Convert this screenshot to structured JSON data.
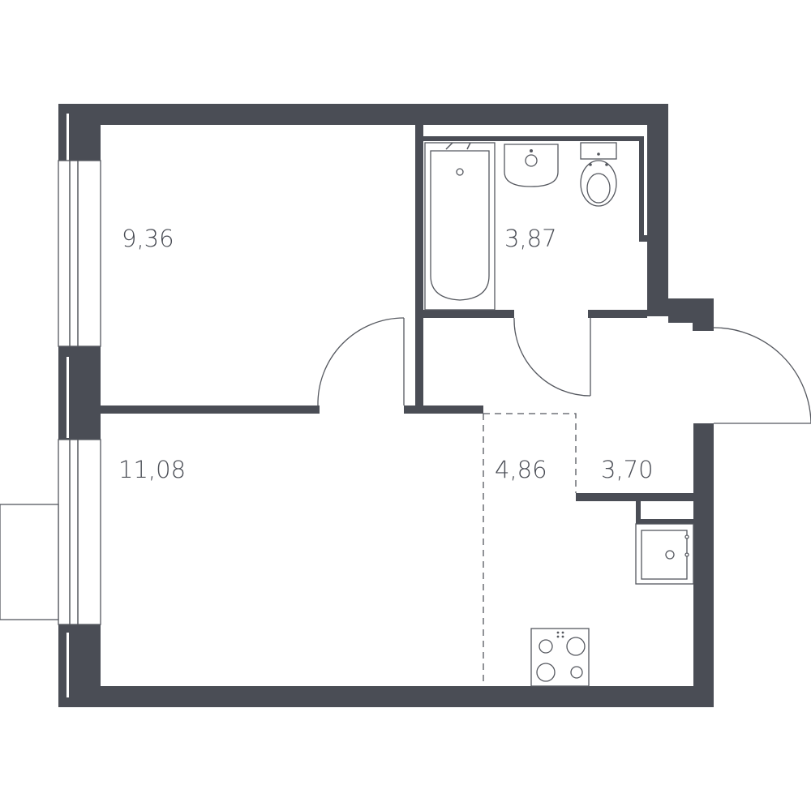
{
  "colors": {
    "wall": "#4a4d55",
    "line": "#55585f",
    "label": "#4a4d55"
  },
  "rooms": [
    {
      "id": "bedroom",
      "area": "9,36"
    },
    {
      "id": "bathroom",
      "area": "3,87"
    },
    {
      "id": "living-room",
      "area": "11,08"
    },
    {
      "id": "kitchen",
      "area": "4,86"
    },
    {
      "id": "hallway",
      "area": "3,70"
    }
  ]
}
